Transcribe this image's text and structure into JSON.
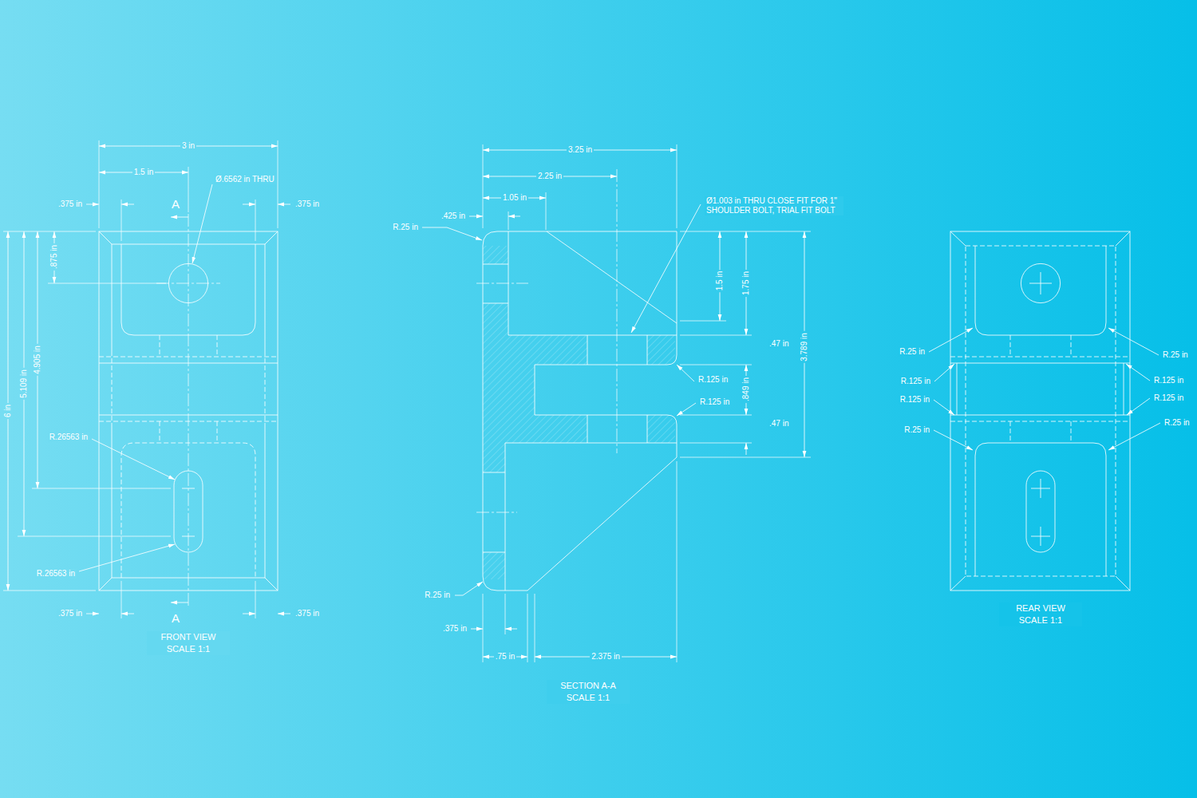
{
  "diagram": {
    "labels": [
      "3 in",
      "1.5 in",
      "Ø.6562 in THRU",
      ".375 in",
      "A",
      ".375 in",
      ".875 in",
      "4.905 in",
      "5.109 in",
      "6 in",
      "R.26563 in",
      "R.26563 in",
      ".375 in",
      "A",
      ".375 in",
      "FRONT VIEW SCALE 1:1",
      "3.25 in",
      "2.25 in",
      "1.05 in",
      ".425 in",
      "R.25 in",
      "Ø1.003 in THRU CLOSE FIT FOR 1\" SHOULDER BOLT, TRIAL FIT BOLT",
      "1.5 in",
      "1.75 in",
      "3.789 in",
      ".47 in",
      "R.125 in",
      ".849 in",
      "R.125 in",
      ".47 in",
      "R.25 in",
      ".375 in",
      ".75 in",
      "2.375 in",
      "SECTION A-A SCALE 1:1",
      "R.25 in",
      "R.25 in",
      "R.125 in",
      "R.125 in",
      "R.125 in",
      "R.125 in",
      "R.25 in",
      "R.25 in",
      "REAR VIEW SCALE 1:1"
    ]
  }
}
